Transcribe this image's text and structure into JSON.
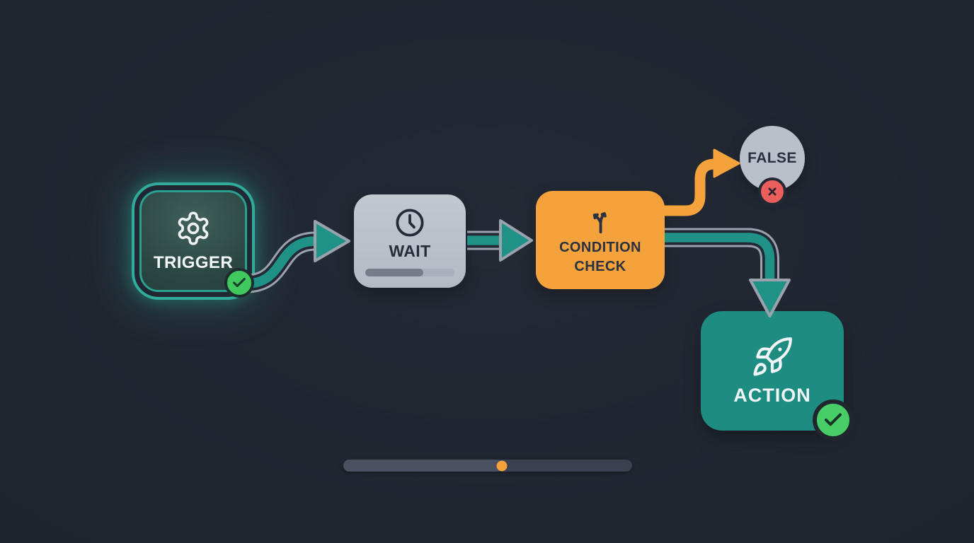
{
  "diagram_title": "workflow-automation-flow",
  "nodes": {
    "trigger": {
      "label": "TRIGGER",
      "icon": "gear-icon",
      "status": "success",
      "border_color": "#31ab9c"
    },
    "wait": {
      "label": "WAIT",
      "icon": "clock-icon",
      "progress_percent": 65,
      "fill_color": "#b9bfc9"
    },
    "condition": {
      "label_lines": [
        "CONDITION",
        "CHECK"
      ],
      "icon": "branch-split-icon",
      "fill_color": "#f4a23c"
    },
    "false_outcome": {
      "label": "FALSE",
      "icon": "x-circle-icon",
      "fill_color": "#bac0ca",
      "badge_color": "#ea5f5b"
    },
    "action": {
      "label": "ACTION",
      "icon": "rocket-icon",
      "status": "success",
      "fill_color": "#1f8c82",
      "badge_color": "#47ce66"
    }
  },
  "connectors": [
    {
      "name": "trigger-to-wait",
      "style": "teal-outlined-s-curve"
    },
    {
      "name": "wait-to-condition",
      "style": "teal-outlined-straight"
    },
    {
      "name": "condition-to-action",
      "style": "teal-outlined-elbow-down"
    },
    {
      "name": "condition-to-false",
      "style": "orange-elbow-up"
    }
  ],
  "timeline": {
    "progress_percent": 55,
    "marker_color": "#f4a23c"
  },
  "colors": {
    "background": "#20252e",
    "connector_teal": "#1f9187",
    "connector_outline": "#9aa3ad",
    "accent_orange": "#f4a23c",
    "success_green": "#47ce66",
    "error_red": "#ea5f5b",
    "node_gray": "#bac0ca",
    "action_teal": "#1f8c82"
  }
}
